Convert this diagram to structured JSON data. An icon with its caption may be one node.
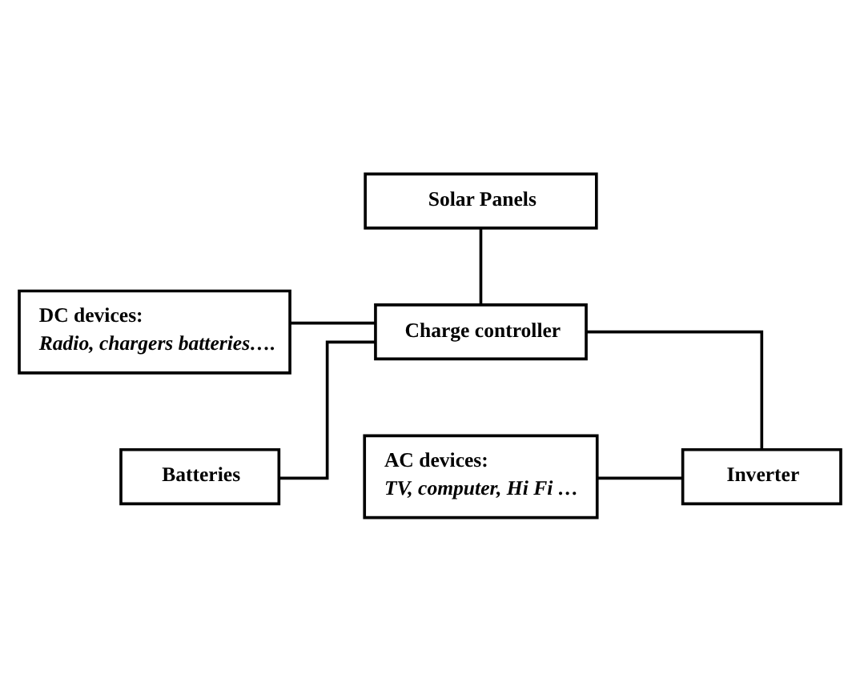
{
  "diagram": {
    "nodes": [
      {
        "text": [
          "Solar Panels"
        ]
      },
      {
        "text": [
          "DC devices:",
          "Radio, chargers batteries…."
        ]
      },
      {
        "text": [
          "Charge controller"
        ]
      },
      {
        "text": [
          "Batteries"
        ]
      },
      {
        "text": [
          "AC devices:",
          "TV, computer, Hi Fi …"
        ]
      },
      {
        "text": [
          "Inverter"
        ]
      }
    ],
    "edges": [
      {
        "from": 0,
        "to": 2,
        "arrow": "none"
      },
      {
        "from": 1,
        "to": 2,
        "arrow": "none"
      },
      {
        "from": 2,
        "to": 3,
        "arrow": "none"
      },
      {
        "from": 2,
        "to": 5,
        "arrow": "none"
      },
      {
        "from": 4,
        "to": 5,
        "arrow": "none"
      }
    ]
  }
}
